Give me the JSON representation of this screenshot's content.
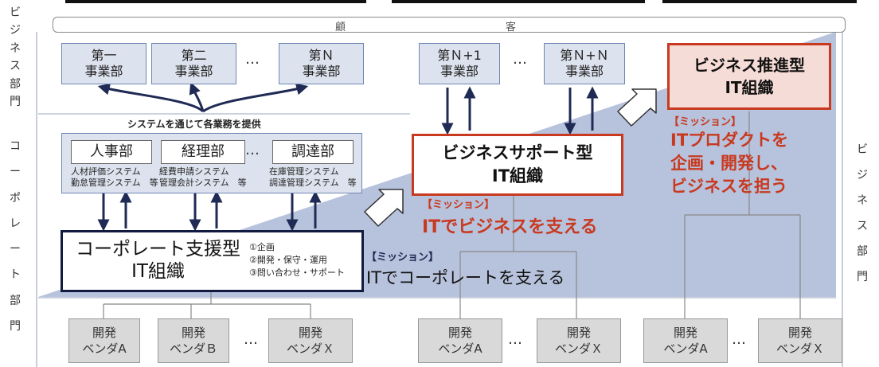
{
  "left_top_label": [
    "ビ",
    "ジ",
    "ネ",
    "ス",
    "部",
    "門"
  ],
  "left_bottom_label": [
    "コ",
    "ー",
    "ポ",
    "レ",
    "ー",
    "ト",
    "部",
    "門"
  ],
  "right_label": [
    "ビ",
    "ジ",
    "ネ",
    "ス",
    "部",
    "門"
  ],
  "customer": {
    "c1": "顧",
    "c2": "客"
  },
  "business_units": [
    {
      "label": "第一\n事業部"
    },
    {
      "label": "第二\n事業部"
    },
    {
      "label": "第Ｎ\n事業部"
    },
    {
      "label": "第Ｎ+1\n事業部"
    },
    {
      "label": "第Ｎ+Ｎ\n事業部"
    }
  ],
  "ellipsis": "…",
  "system_caption": "システムを通じて各業務を提供",
  "corp_depts": [
    {
      "name": "人事部",
      "systems": "人材評価システム\n勤怠管理システム　等"
    },
    {
      "name": "経理部",
      "systems": "経費申請システム\n管理会計システム　等"
    },
    {
      "name": "調達部",
      "systems": "在庫管理システム\n調達管理システム　等"
    }
  ],
  "corporate_org": {
    "title_line1": "コーポレート支援型",
    "title_line2": "IT組織",
    "functions": "①企画\n②開発・保守・運用\n③問い合わせ・サポート",
    "mission_tag": "【ミッション】",
    "mission": "ITでコーポレートを支える"
  },
  "support_org": {
    "title_line1": "ビジネスサポート型",
    "title_line2": "IT組織",
    "mission_tag": "【ミッション】",
    "mission": "ITでビジネスを支える"
  },
  "promote_org": {
    "title_line1": "ビジネス推進型",
    "title_line2": "IT組織",
    "mission_tag": "【ミッション】",
    "mission_line1": "ITプロダクトを",
    "mission_line2": "企画・開発し、",
    "mission_line3": "ビジネスを担う"
  },
  "vendors": [
    {
      "label": "開発\nベンダA"
    },
    {
      "label": "開発\nベンダＢ"
    },
    {
      "label": "開発\nベンダＸ"
    },
    {
      "label": "開発\nベンダA"
    },
    {
      "label": "開発\nベンダＸ"
    },
    {
      "label": "開発\nベンダA"
    },
    {
      "label": "開発\nベンダＸ"
    }
  ],
  "colors": {
    "dept_fill": "#dde3ee",
    "dept_border": "#6d86b4",
    "navy": "#1f2a55",
    "mission_red": "#c8391f",
    "wedge": "#b7c2dc",
    "promote_fill": "#f6dcd6"
  }
}
